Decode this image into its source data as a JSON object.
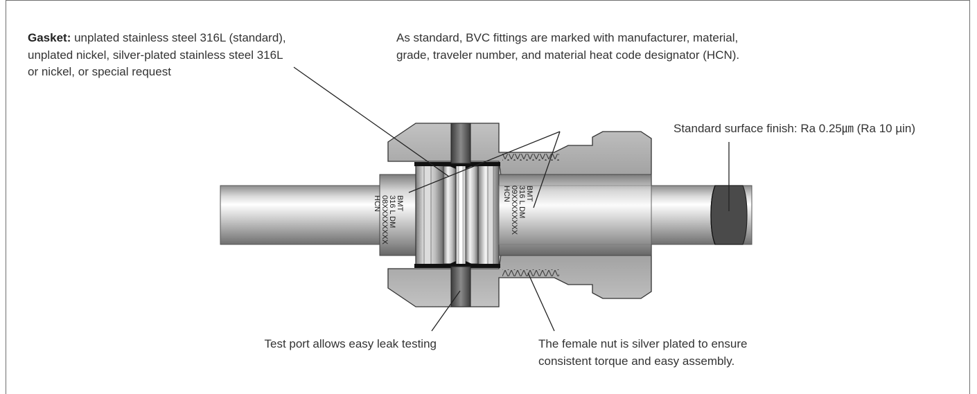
{
  "callouts": {
    "gasket_heading": "Gasket:",
    "gasket_lines": [
      " unplated stainless steel 316L (standard),",
      "unplated nickel, silver-plated stainless steel 316L",
      "or nickel, or special request"
    ],
    "marking_lines": [
      "As standard, BVC fittings are marked with manufacturer, material,",
      "grade, traveler number, and material heat code designator (HCN)."
    ],
    "surface_finish": "Standard surface finish: Ra 0.25㎛ (Ra 10 µin)",
    "test_port": "Test port allows easy leak testing",
    "female_nut_lines": [
      "The female nut is silver plated to ensure",
      "consistent torque and easy assembly."
    ]
  },
  "markings": {
    "left": [
      "BMT",
      "316 L DM",
      "08XXXXXXXX",
      "HCN"
    ],
    "right": [
      "BMT",
      "316 L DM",
      "09XXXXXXXX",
      "HCN"
    ]
  },
  "colors": {
    "steel_light": "#f2f2f2",
    "steel_mid": "#bdbdbd",
    "steel_dark": "#5e5e5e",
    "body_grey": "#a9a9a9",
    "gasket_black": "#111111",
    "leader_line": "#222222"
  }
}
